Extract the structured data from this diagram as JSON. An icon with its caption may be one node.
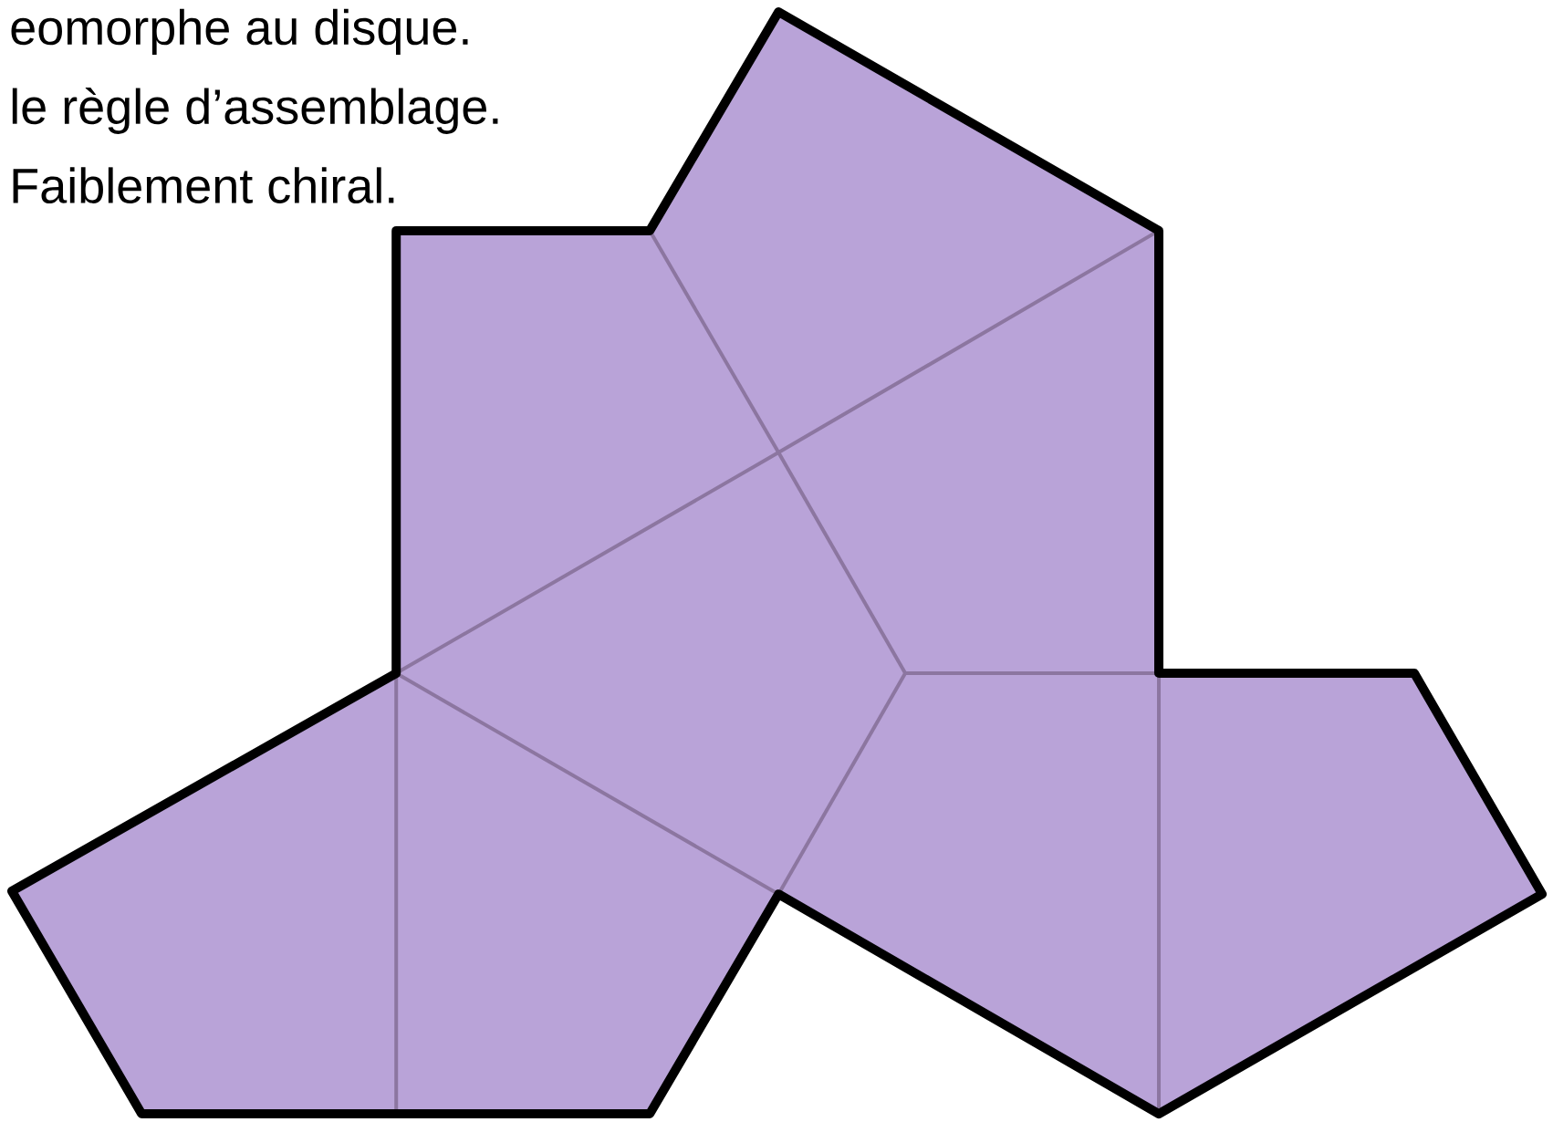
{
  "diagram": {
    "labels": [
      "eomorphe au disque.",
      "le règle d’assemblage.",
      "Faiblement chiral."
    ]
  }
}
